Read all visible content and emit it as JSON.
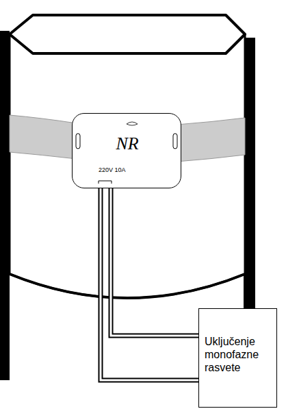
{
  "diagram": {
    "nodes": [
      {
        "text": [
          "NR",
          "220V 10A"
        ]
      },
      {
        "text": [
          "Uključenje monofazne rasvete"
        ]
      }
    ],
    "edges": [
      {
        "from": 0,
        "to": 1,
        "arrow": "none"
      }
    ]
  }
}
